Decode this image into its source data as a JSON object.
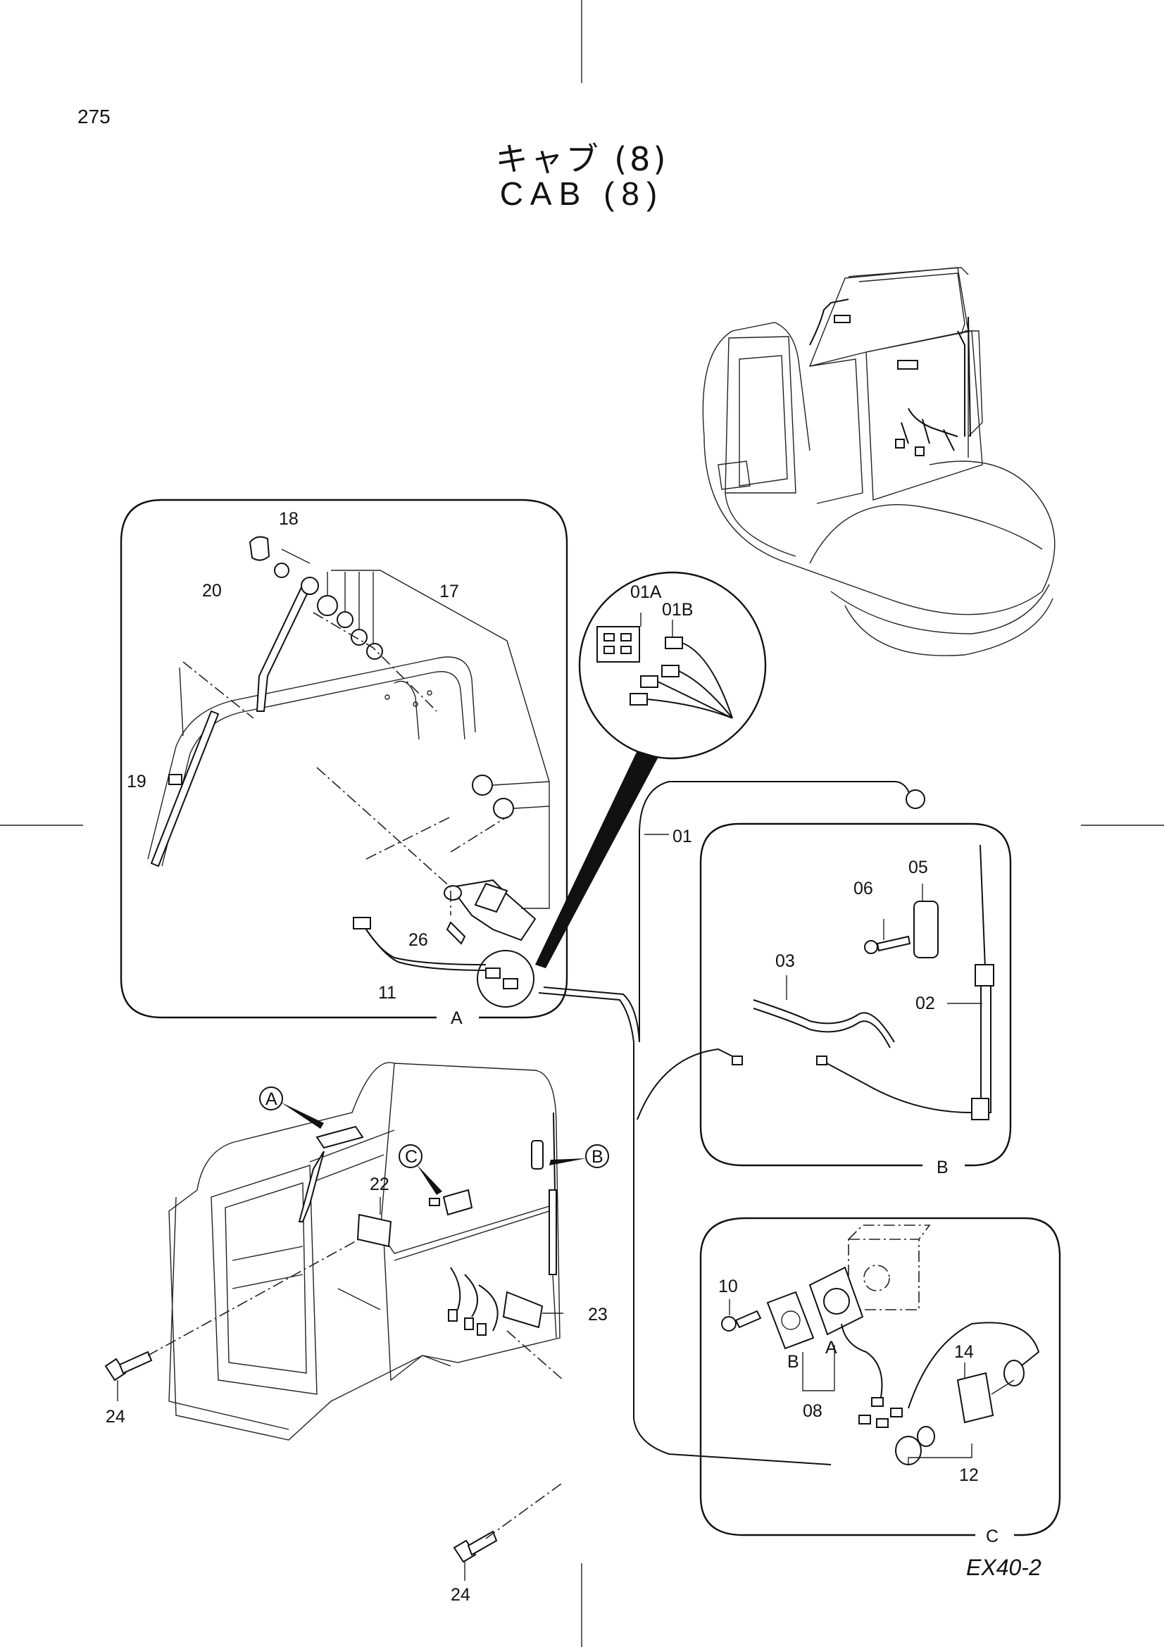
{
  "page": {
    "number": "275",
    "title_jp": "キャブ (8)",
    "title_en": "CAB (8)",
    "model_code": "EX40-2"
  },
  "detail_views": [
    {
      "id": "A",
      "label": "A",
      "parts": [
        "17",
        "18",
        "19",
        "20",
        "26",
        "11"
      ]
    },
    {
      "id": "B",
      "label": "B",
      "parts": [
        "02",
        "03",
        "05",
        "06"
      ]
    },
    {
      "id": "C",
      "label": "C",
      "parts": [
        "08",
        "10",
        "12",
        "14"
      ]
    }
  ],
  "connector_callout": {
    "labels": [
      "01A",
      "01B"
    ]
  },
  "part_labels": {
    "p01": "01",
    "p01A": "01A",
    "p01B": "01B",
    "p02": "02",
    "p03": "03",
    "p05": "05",
    "p06": "06",
    "p08": "08",
    "p10": "10",
    "p11": "11",
    "p12": "12",
    "p14": "14",
    "p17": "17",
    "p18": "18",
    "p19": "19",
    "p20": "20",
    "p22": "22",
    "p23": "23",
    "p24a": "24",
    "p24b": "24",
    "p26": "26",
    "c08a": "A",
    "c08b": "B"
  },
  "view_markers": {
    "a": "A",
    "b": "B",
    "c": "C"
  },
  "cab_callouts": {
    "a": "A",
    "b": "B",
    "c": "C"
  },
  "colors": {
    "ink": "#111111",
    "paper": "#ffffff"
  }
}
